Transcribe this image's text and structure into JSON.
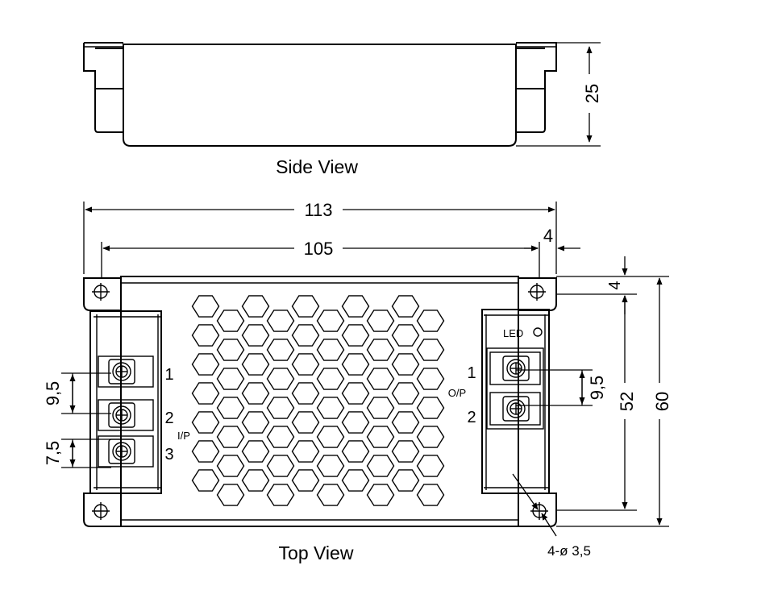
{
  "views": {
    "side_label": "Side View",
    "top_label": "Top View"
  },
  "dimensions": {
    "side_height": "25",
    "overall_width": "113",
    "hole_spacing_width": "105",
    "edge_offset_horizontal": "4",
    "edge_offset_vertical": "4",
    "hole_spacing_height": "52",
    "overall_height": "60",
    "input_pitch": "9,5",
    "input_pitch_small": "7,5",
    "output_pitch": "9,5",
    "mounting_holes": "4-ø 3,5"
  },
  "terminals": {
    "input_label": "I/P",
    "output_label": "O/P",
    "led_label": "LED",
    "input_pins": [
      "1",
      "2",
      "3"
    ],
    "output_pins": [
      "1",
      "2"
    ]
  },
  "colors": {
    "line": "#000000",
    "background": "#ffffff"
  }
}
